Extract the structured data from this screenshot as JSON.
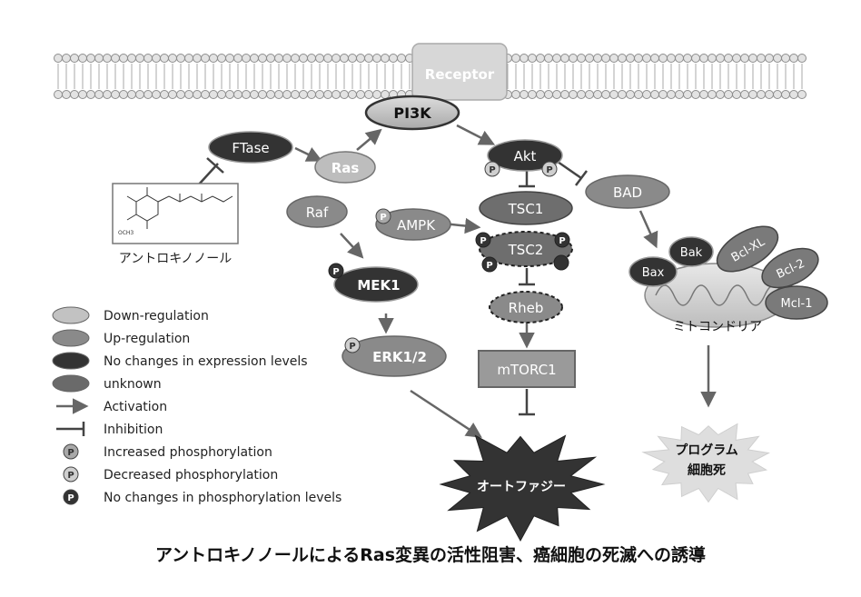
{
  "membrane": {
    "receptor_label": "Receptor"
  },
  "nodes": {
    "pi3k": "PI3K",
    "ftase": "FTase",
    "ras": "Ras",
    "akt": "Akt",
    "bad": "BAD",
    "raf": "Raf",
    "ampk": "AMPK",
    "tsc1": "TSC1",
    "tsc2": "TSC2",
    "mek1": "MEK1",
    "rheb": "Rheb",
    "erk": "ERK1/2",
    "mtorc1": "mTORC1",
    "bak": "Bak",
    "bax": "Bax",
    "bclxl": "Bcl-XL",
    "bcl2": "Bcl-2",
    "mcl1": "Mcl-1"
  },
  "phospho_symbol": "P",
  "compound_label": "アントロキノノール",
  "mitochondria_label": "ミトコンドリア",
  "outcomes": {
    "autophagy": "オートファジー",
    "apoptosis_line1": "プログラム",
    "apoptosis_line2": "細胞死"
  },
  "legend": [
    {
      "kind": "ellipse",
      "color": "#c2c2c2",
      "label": "Down-regulation"
    },
    {
      "kind": "ellipse",
      "color": "#8a8a8a",
      "label": "Up-regulation"
    },
    {
      "kind": "ellipse",
      "color": "#333333",
      "label": "No changes in expression levels"
    },
    {
      "kind": "ellipse",
      "color": "#6a6a6a",
      "label": "unknown"
    },
    {
      "kind": "arrow",
      "label": "Activation"
    },
    {
      "kind": "inhibit",
      "label": "Inhibition"
    },
    {
      "kind": "p",
      "color": "#a8a8a8",
      "label": "Increased phosphorylation"
    },
    {
      "kind": "p",
      "color": "#cfcfcf",
      "label": "Decreased phosphorylation"
    },
    {
      "kind": "p",
      "color": "#333333",
      "label": "No changes in phosphorylation levels"
    }
  ],
  "caption": "アントロキノノールによるRas変異の活性阻害、癌細胞の死滅への誘導"
}
